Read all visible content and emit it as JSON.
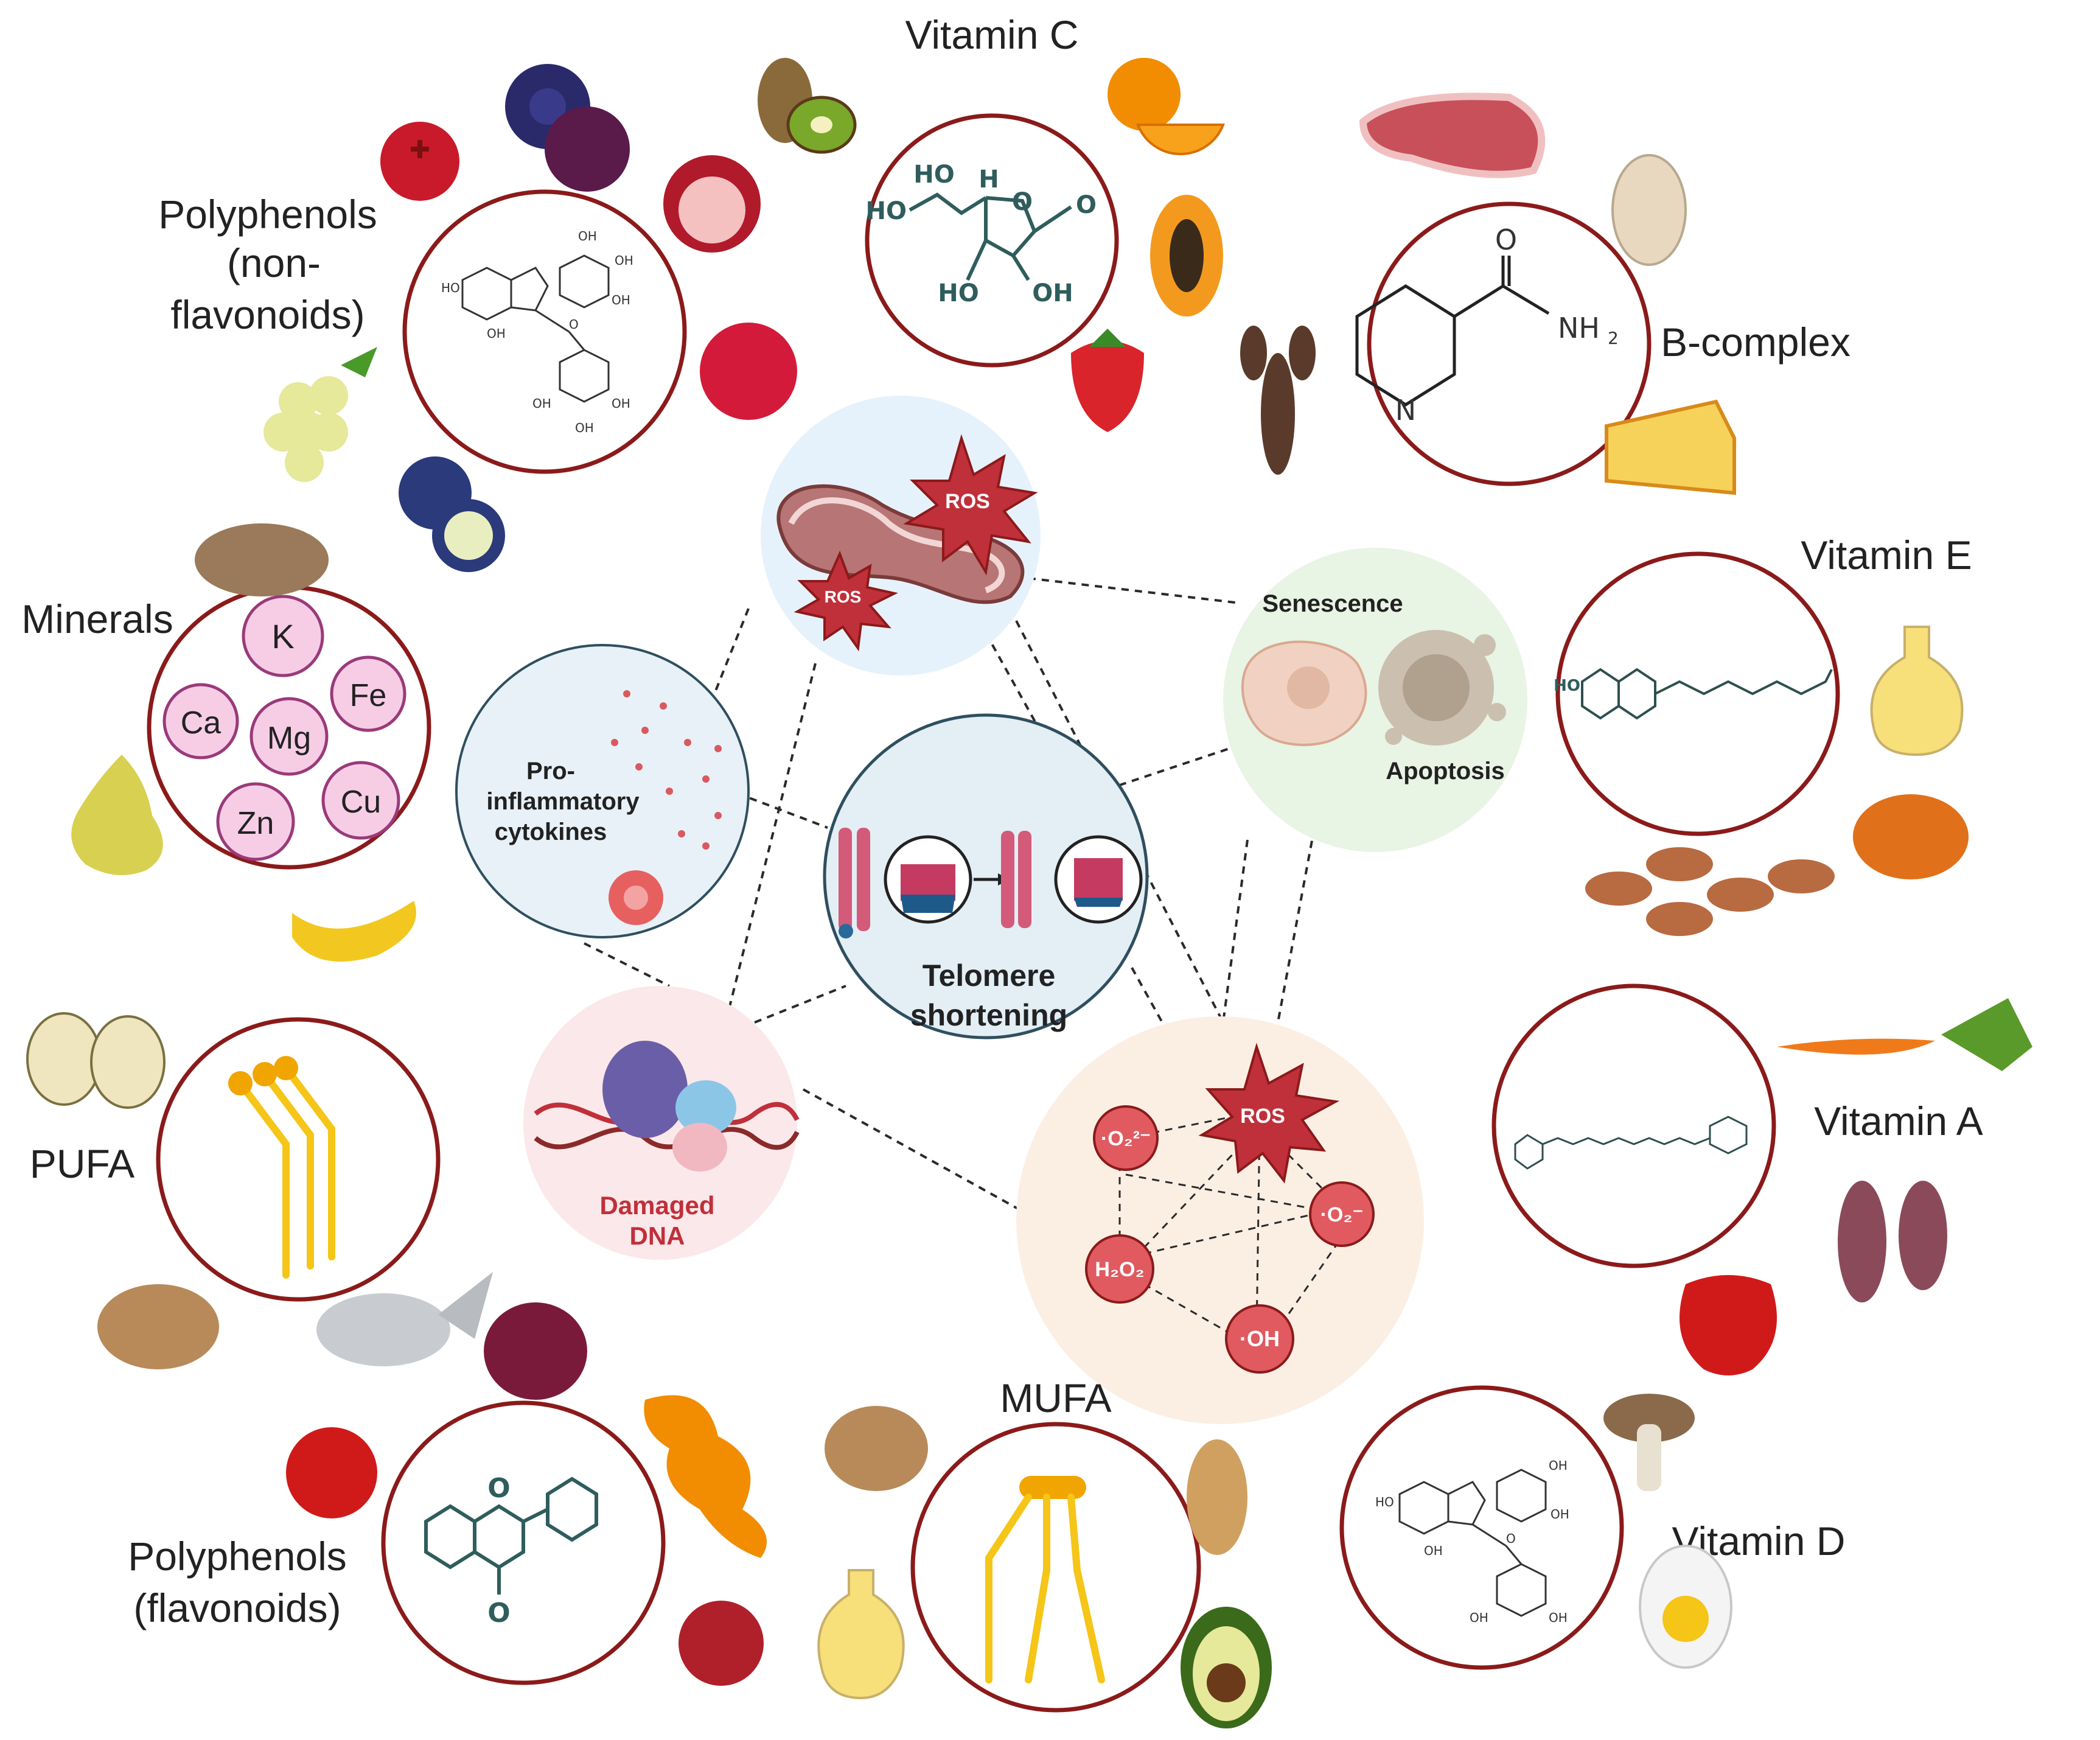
{
  "nutrients": {
    "vitamin_c": "Vitamin C",
    "polyphenols_nonflav": [
      "Polyphenols",
      "(non-",
      "flavonoids)"
    ],
    "b_complex": "B-complex",
    "vitamin_e": "Vitamin E",
    "minerals": "Minerals",
    "vitamin_a": "Vitamin A",
    "pufa": "PUFA",
    "mufa": "MUFA",
    "polyphenols_flav": [
      "Polyphenols",
      "(flavonoids)"
    ],
    "vitamin_d": "Vitamin D"
  },
  "mineral_symbols": [
    "K",
    "Fe",
    "Ca",
    "Mg",
    "Cu",
    "Zn"
  ],
  "chem_labels": {
    "vitc": [
      "HO",
      "H",
      "HO",
      "O",
      "O",
      "HO",
      "OH"
    ],
    "nicotinamide": [
      "O",
      "NH",
      "2",
      "N"
    ],
    "ring": [
      "O",
      "HO",
      "OH",
      "OH",
      "OH",
      "OH",
      "OH",
      "OH",
      "OH"
    ]
  },
  "center": {
    "ros": "ROS",
    "senescence": "Senescence",
    "apoptosis": "Apoptosis",
    "cytokines": [
      "Pro-",
      "inflammatory",
      "cytokines"
    ],
    "telomere": [
      "Telomere",
      "shortening"
    ],
    "damaged_dna": [
      "Damaged",
      "DNA"
    ],
    "ros_species": [
      "·O₂²⁻",
      "·O₂⁻",
      "H₂O₂",
      "·OH"
    ]
  },
  "colors": {
    "ring": "#8b1a1a",
    "ros": "#c0303a",
    "teal": "#2f5d5d",
    "yellow": "#f5c518"
  }
}
